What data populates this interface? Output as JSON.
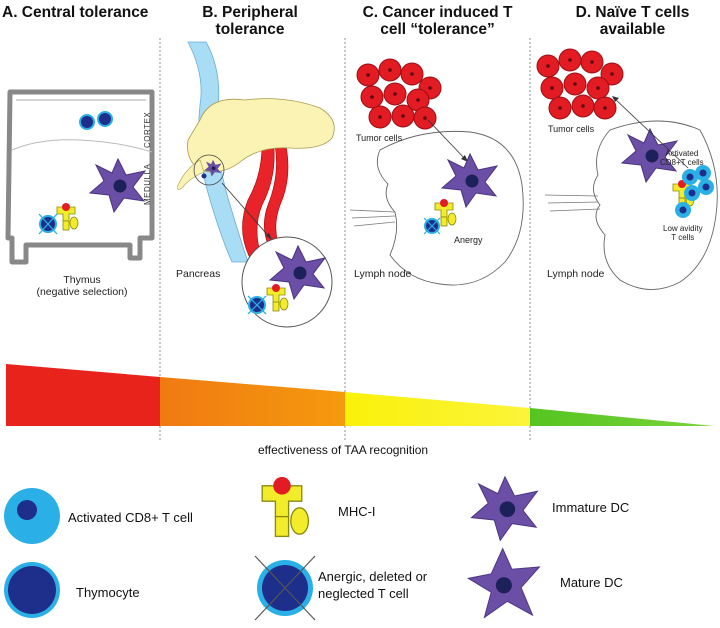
{
  "panels": [
    {
      "id": "A",
      "title_line1": "A. Central tolerance",
      "title_line2": ""
    },
    {
      "id": "B",
      "title_line1": "B. Peripheral",
      "title_line2": "tolerance"
    },
    {
      "id": "C",
      "title_line1": "C. Cancer induced T",
      "title_line2": "cell “tolerance”"
    },
    {
      "id": "D",
      "title_line1": "D. Naïve T cells",
      "title_line2": "available"
    }
  ],
  "panel_a": {
    "cortex": "CORTEX",
    "medulla": "MEDULLA",
    "organ_line1": "Thymus",
    "organ_line2": "(negative selection)"
  },
  "panel_b": {
    "organ": "Pancreas"
  },
  "panel_c": {
    "tumor": "Tumor cells",
    "anergy": "Anergy",
    "organ": "Lymph node"
  },
  "panel_d": {
    "tumor": "Tumor cells",
    "activated_line1": "Activated",
    "activated_line2": "CD8+T cells",
    "low_line1": "Low avidity",
    "low_line2": "T cells",
    "organ": "Lymph node"
  },
  "gradient": {
    "label": "effectiveness of TAA recognition",
    "colors": [
      "#e8231c",
      "#f28a10",
      "#fbf20a",
      "#66cc22"
    ]
  },
  "legend": {
    "activated": "Activated CD8+ T cell",
    "thymocyte": "Thymocyte",
    "mhc": "MHC-I",
    "anergic_line1": "Anergic, deleted or",
    "anergic_line2": "neglected T cell",
    "immature": "Immature DC",
    "mature": "Mature DC"
  },
  "colors": {
    "tcell_light": "#2ab0e6",
    "tcell_dark": "#1d2f8a",
    "dc": "#6b4fa6",
    "tumor": "#e31b23",
    "mhc": "#f2ec2a"
  }
}
